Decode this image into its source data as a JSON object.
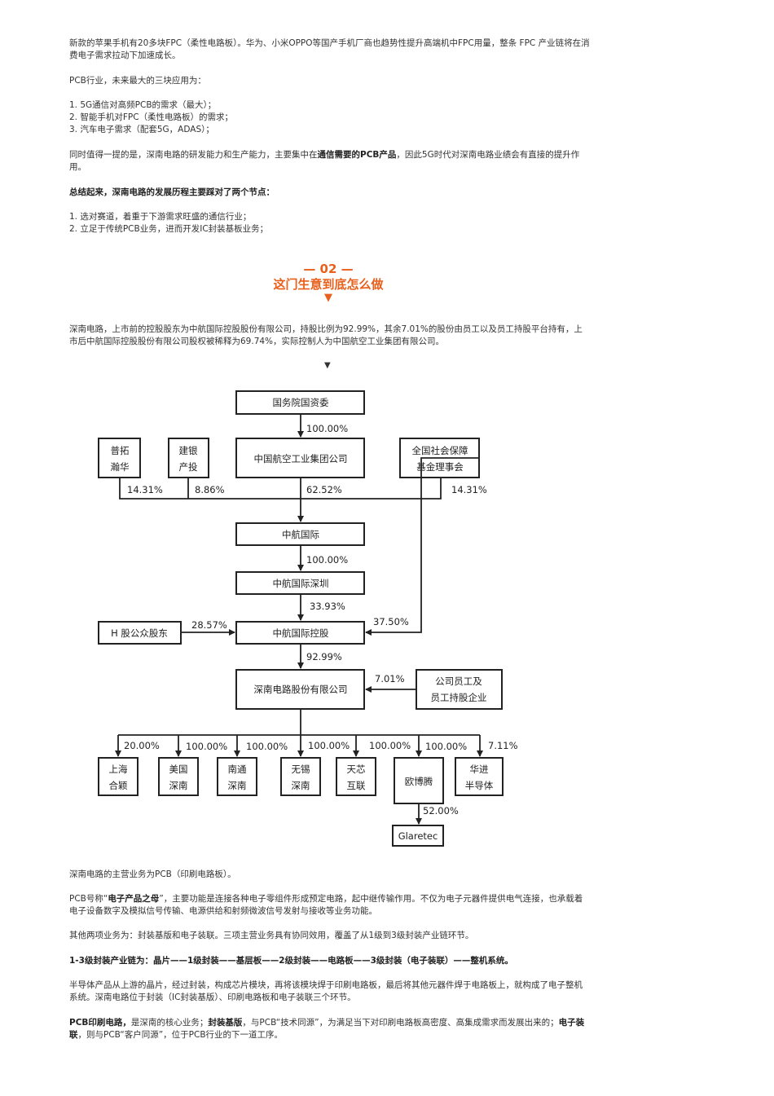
{
  "intro": {
    "para1_a": "新款的苹果手机有20多块FPC（柔性电路板）。华为、小米OPPO等国产手机厂商也趋势性提升高端机中FPC用量，整条 FPC 产业链将在消费电子需求拉动下加速成长。",
    "para2": "PCB行业，未来最大的三块应用为：",
    "list1": [
      "1. 5G通信对高频PCB的需求（最大）；",
      "2. 智能手机对FPC（柔性电路板）的需求；",
      "3. 汽车电子需求（配套5G，ADAS）；"
    ],
    "para3_a": "同时值得一提的是，深南电路的研发能力和生产能力，主要集中在",
    "para3_b": "通信需要的PCB产品",
    "para3_c": "，因此5G时代对深南电路业绩会有直接的提升作用。",
    "summary_title": "总结起来，深南电路的发展历程主要踩对了两个节点：",
    "list2": [
      "1. 选对赛道，着重于下游需求旺盛的通信行业；",
      "2. 立足于传统PCB业务，进而开发IC封装基板业务；"
    ]
  },
  "section": {
    "number": "— 02 —",
    "title": "这门生意到底怎么做",
    "arrow": "▼"
  },
  "ownership_text": "深南电路，上市前的控股股东为中航国际控股股份有限公司，持股比例为92.99%，其余7.01%的股份由员工以及员工持股平台持有，上市后中航国际控股股份有限公司股权被稀释为69.74%，实际控制人为中国航空工业集团有限公司。",
  "small_arrow": "▼",
  "diagram": {
    "nodes": {
      "sasac": "国务院国资委",
      "avic": "中国航空工业集团公司",
      "putuo": [
        "普拓",
        "瀚华"
      ],
      "ccb": [
        "建银",
        "产投"
      ],
      "ssf": [
        "全国社会保障",
        "基金理事会"
      ],
      "avic_intl": "中航国际",
      "avic_intl_sz": "中航国际深圳",
      "h_share": "H 股公众股东",
      "avic_holding": "中航国际控股",
      "scc": "深南电路股份有限公司",
      "employees": [
        "公司员工及",
        "员工持股企业"
      ],
      "sub1": [
        "上海",
        "合颖"
      ],
      "sub2": [
        "美国",
        "深南"
      ],
      "sub3": [
        "南通",
        "深南"
      ],
      "sub4": [
        "无锡",
        "深南"
      ],
      "sub5": [
        "天芯",
        "互联"
      ],
      "sub6": "欧博腾",
      "sub7": [
        "华进",
        "半导体"
      ],
      "glaretec": "Glaretec"
    },
    "pct": {
      "sasac_avic": "100.00%",
      "putuo": "14.31%",
      "ccb": "8.86%",
      "avic": "62.52%",
      "ssf": "14.31%",
      "intl_sz": "100.00%",
      "sz_holding": "33.93%",
      "h_share": "28.57%",
      "ssf_holding": "37.50%",
      "holding_scc": "92.99%",
      "employees": "7.01%",
      "sub1": "20.00%",
      "sub2": "100.00%",
      "sub3": "100.00%",
      "sub4": "100.00%",
      "sub5": "100.00%",
      "sub6": "100.00%",
      "sub7": "7.11%",
      "glaretec": "52.00%"
    }
  },
  "body": {
    "main_business": "深南电路的主营业务为PCB（印刷电路板）。",
    "pcb_a": "PCB号称“",
    "pcb_b": "电子产品之母",
    "pcb_c": "”，主要功能是连接各种电子零组件形成预定电路，起中继传输作用。不仅为电子元器件提供电气连接，也承载着电子设备数字及模拟信号传输、电源供给和射频微波信号发射与接收等业务功能。",
    "other_business": "其他两项业务为：封装基版和电子装联。三项主营业务具有协同效用，覆盖了从1级到3级封装产业链环节。",
    "chain": "1-3级封装产业链为：晶片——1级封装——基层板——2级封装——电路板——3级封装（电子装联）——整机系统。",
    "semi": "半导体产品从上游的晶片，经过封装，构成芯片模块，再将该模块焊于印刷电路板，最后将其他元器件焊于电路板上，就构成了电子整机系统。深南电路位于封装（IC封装基版）、印刷电路板和电子装联三个环节。",
    "core_a": "PCB印刷电路，",
    "core_b": "是深南的核心业务；",
    "core_c": "封装基版",
    "core_d": "，与PCB“技术同源”，为满足当下对印刷电路板高密度、高集成需求而发展出来的；",
    "core_e": "电子装联",
    "core_f": "，则与PCB“客户同源”，位于PCB行业的下一道工序。"
  }
}
